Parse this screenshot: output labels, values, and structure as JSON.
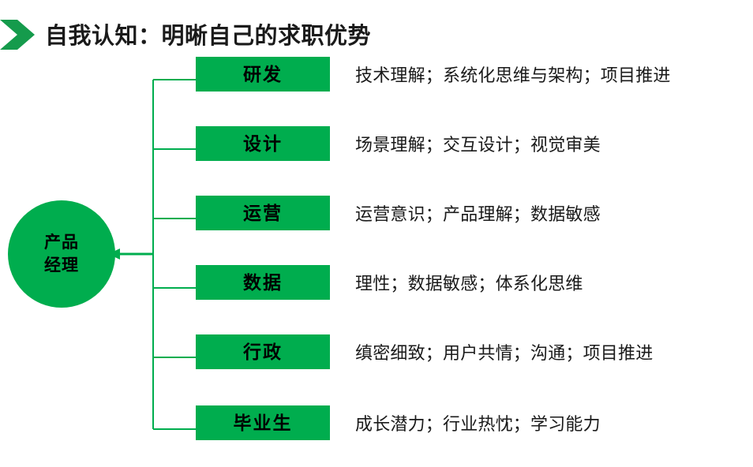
{
  "header": {
    "title": "自我认知：明晰自己的求职优势",
    "icon": "chevron-right-icon"
  },
  "theme": {
    "green": "#00ad4e",
    "line_green": "#00ad4e",
    "text_black": "#1a1a1a",
    "background": "#ffffff"
  },
  "diagram": {
    "type": "tree",
    "root": {
      "line1": "产品",
      "line2": "经理",
      "arrow": "arrow-left-icon"
    },
    "branches": [
      {
        "label": "研发",
        "description": "技术理解；系统化思维与架构；项目推进"
      },
      {
        "label": "设计",
        "description": "场景理解；交互设计；视觉审美"
      },
      {
        "label": "运营",
        "description": "运营意识；产品理解；数据敏感"
      },
      {
        "label": "数据",
        "description": "理性；数据敏感；体系化思维"
      },
      {
        "label": "行政",
        "description": "缜密细致；用户共情；沟通；项目推进"
      },
      {
        "label": "毕业生",
        "description": "成长潜力；行业热忱；学习能力"
      }
    ]
  }
}
